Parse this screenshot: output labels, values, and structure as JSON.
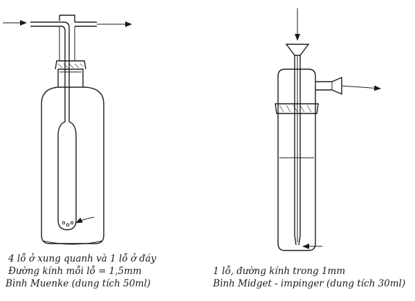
{
  "left_apparatus": {
    "caption_line1": "4 lỗ ở xung quanh và 1 lỗ ở đáy",
    "caption_line2": "Đường kính mỗi lỗ = 1,5mm",
    "caption_line3": "Bình Muenke (dung tích 50ml)"
  },
  "right_apparatus": {
    "caption_line1": "1 lỗ, đường kính trong 1mm",
    "caption_line2": "Bình Midget - impinger (dung tích 30ml)"
  }
}
